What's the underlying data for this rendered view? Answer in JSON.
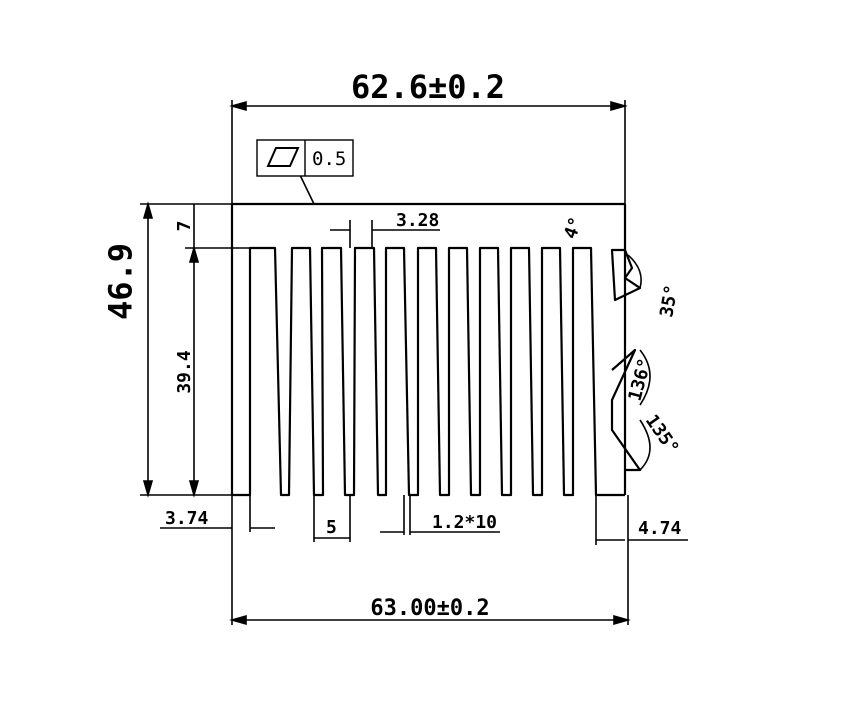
{
  "drawing": {
    "dims": {
      "top_width": "62.6±0.2",
      "bottom_width": "63.00±0.2",
      "total_height": "46.9",
      "fin_height": "39.4",
      "base_thickness": "7",
      "fin_gap_top": "3.28",
      "fin_pitch": "5",
      "fin_count_spec": "1.2*10",
      "left_margin": "3.74",
      "right_margin": "4.74"
    },
    "angles": {
      "top_angle": "4°",
      "ear_angle": "35°",
      "groove_angle_1": "136°",
      "groove_angle_2": "135°"
    },
    "tolerance": {
      "symbol": "flatness-icon",
      "value": "0.5"
    }
  }
}
